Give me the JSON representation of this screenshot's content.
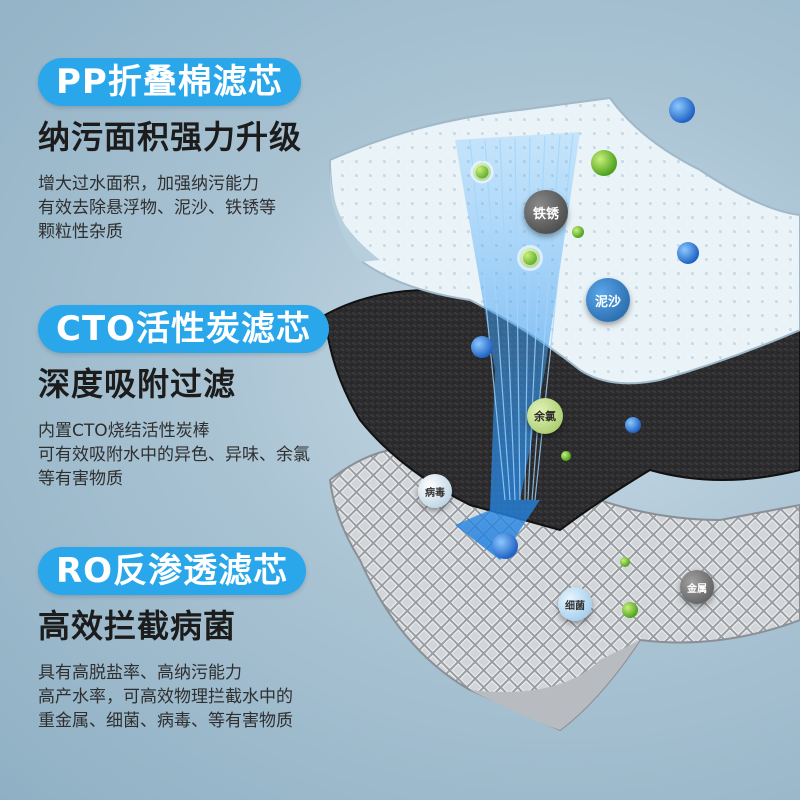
{
  "sections": [
    {
      "badge": "PP折叠棉滤芯",
      "subtitle": "纳污面积强力升级",
      "desc": [
        "增大过水面积，加强纳污能力",
        "有效去除悬浮物、泥沙、铁锈等",
        "颗粒性杂质"
      ]
    },
    {
      "badge": "CTO活性炭滤芯",
      "subtitle": "深度吸附过滤",
      "desc": [
        "内置CTO烧结活性炭棒",
        "可有效吸附水中的异色、异味、余氯",
        "等有害物质"
      ]
    },
    {
      "badge": "RO反渗透滤芯",
      "subtitle": "高效拦截病菌",
      "desc": [
        "具有高脱盐率、高纳污能力",
        "高产水率，可高效物理拦截水中的",
        "重金属、细菌、病毒、等有害物质"
      ]
    }
  ],
  "tags": {
    "rust": "铁锈",
    "sand": "泥沙",
    "chlorine": "余氯",
    "virus": "病毒",
    "metal": "金属",
    "bacteria": "细菌"
  },
  "colors": {
    "accent": "#2aa7ea",
    "heading": "#1c1c1c",
    "body_text": "#2f2f2f",
    "particle_blue": "#2f7fd8",
    "particle_green": "#6cc23a"
  },
  "icons": [
    "pp-filter-layer",
    "carbon-filter-layer",
    "ro-membrane-layer",
    "water-flow-arrow",
    "particle"
  ]
}
